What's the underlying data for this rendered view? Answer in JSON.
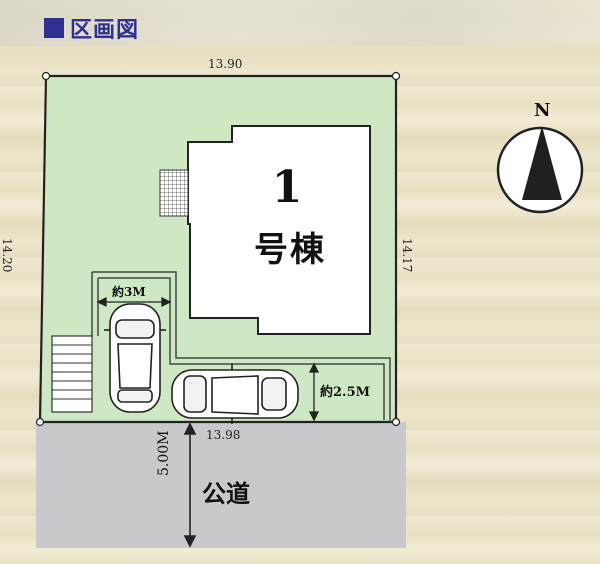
{
  "title": "区画図",
  "lot": {
    "top_width": "13.90",
    "bottom_width": "13.98",
    "left_depth": "14.20",
    "right_depth": "14.17"
  },
  "building": {
    "number": "1",
    "label": "号棟"
  },
  "parking": {
    "width_label": "約3M",
    "depth_label": "約2.5M"
  },
  "road": {
    "label": "公道",
    "width": "5.00M"
  },
  "compass": {
    "north": "N"
  },
  "colors": {
    "lot_green": "#cfe8c4",
    "road_gray": "#c7c6cb",
    "title_blue": "#2e3192",
    "compass_black": "#1f1f1f"
  }
}
